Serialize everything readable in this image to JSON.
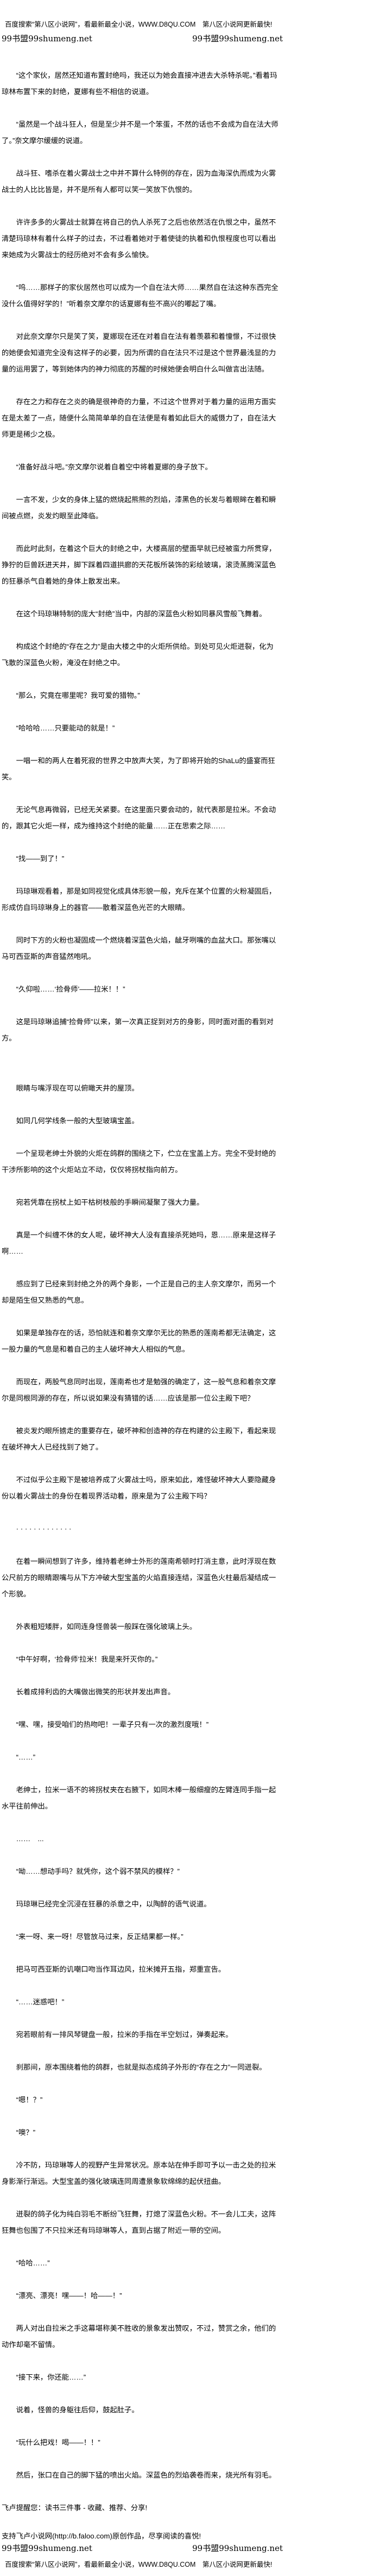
{
  "header": {
    "ad": "百度搜索“第八区小说网”，看最新最全小说，WWW.D8QU.COM　第八区小说网更新最快!",
    "mirror_left": "99书盟99shumeng.net",
    "mirror_right": "99书盟99shumeng.net"
  },
  "paragraphs": [
    "“这个家伙，居然还知道布置封绝吗，我还以为她会直接冲进去大杀特杀呢。”看着玛琼林布置下来的封绝，夏娜有些不相信的说道。",
    "“虽然是一个战斗狂人，但是至少并不是一个笨蛋，不然的话也不会成为自在法大师了。”奈文摩尔缓缓的说道。",
    "战斗狂、嗜杀在着火雾战士之中并不算什么特例的存在，因为血海深仇而成为火雾战士的人比比皆是，并不是所有人都可以笑一笑放下仇恨的。",
    "许许多多的火雾战士就算在将自己的仇人杀死了之后也依然活在仇恨之中，虽然不清楚玛琼林有着什么样子的过去，不过看着她对于着使徒的执着和仇恨程度也可以看出来她成为火雾战士的经历绝对不会有多么愉快。",
    "“呜……那样子的家伙居然也可以成为一个自在法大师……果然自在法这种东西完全没什么值得好学的！”听着奈文摩尔的话夏娜有些不高兴的嘟起了嘴。",
    "对此奈文摩尔只是笑了笑，夏娜现在还在对着自在法有着羡慕和着憧憬，不过很快的她便会知道完全没有这样子的必要，因为所谓的自在法只不过是这个世界最浅显的力量的运用罢了，等到她体内的神力彻底的苏醒的时候她便会明白什么叫做言出法随。",
    "存在之力和存在之炎的确是很神奇的力量，不过这个世界对于着力量的运用方面实在是太差了一点，随便什么简简单单的自在法便是有着如此巨大的威慑力了，自在法大师更是稀少之极。",
    "“准备好战斗吧。”奈文摩尔说着自着空中将着夏娜的身子放下。",
    "一言不发，少女的身体上猛的燃烧起熊熊的烈焰，漆黑色的长发与着眼眸在着和瞬间被点燃，炎发灼眼至此降临。",
    "而此时此刻，在着这个巨大的封绝之中，大楼高层的壁面早就已经被蛮力所贯穿，狰狞的巨兽跃进天井，脚下踩着四道拱廊的天花板所装饰的彩绘玻璃，滚烫蒸腾深蓝色的狂暴杀气自着她的身体上散发出来。",
    "在这个玛琼琳特制的庞大“封绝”当中，内部的深蓝色火粉如同暴风雪般飞舞着。",
    "构成这个封绝的“存在之力”是由大楼之中的火炬所供给。到处可见火炬迸裂，化为飞散的深蓝色火粉，淹没在封绝之中。",
    "“那么，究竟在哪里呢？我可爱的猎物。”",
    "“哈哈哈……只要能动的就是！”",
    "一唱一和的两人在着死寂的世界之中放声大笑，为了即将开始的ShaLu的盛宴而狂笑。",
    "无论气息再微弱，已经无关紧要。在这里面只要会动的，就代表那是拉米。不会动的，跟其它火炬一样，成为维持这个封绝的能量……正在思索之际……",
    "“找——到了！”",
    "玛琼琳观看着，那是如同视觉化成具体形貌一般，充斥在某个位置的火粉凝固后，形成仿自玛琼琳身上的器官——散着深蓝色光芒的大眼睛。",
    "同时下方的火粉也凝固成一个燃烧着深蓝色火焰，龇牙咧嘴的血盆大口。那张嘴以马可西亚斯的声音猛然咆吼。",
    "“久仰啦……‘捡骨师’——拉米！！”",
    "这是玛琼琳追捕“捡骨师”以来，第一次真正捉到对方的身影，同时面对面的看到对方。",
    "眼睛与嘴浮现在可以俯瞰天井的屋顶。",
    "如同几何学线条一般的大型玻璃宝盖。",
    "一个呈现老绅士外貌的火炬在鸽群的围绕之下，伫立在宝盖上方。完全不受封绝的干涉所影响的这个火炬站立不动，仅仅将拐杖指向前方。",
    "宛若凭靠在拐杖上如干枯树枝般的手瞬间凝聚了强大力量。",
    "真是一个纠缠不休的女人呢，破坏神大人没有直接杀死她吗，恩……原来是这样子啊……",
    "感应到了已经来到封绝之外的两个身影，一个正是自己的主人奈文摩尔，而另一个却是陌生但又熟悉的气息。",
    "如果是单独存在的话，恐怕就连和着奈文摩尔无比的熟悉的莲南希都无法确定，这一股力量的气息是和着自己的主人破坏神大人相似的气息。",
    "而现在，两股气息同时出现，莲南希也才是勉强的确定了，这一股气息和着奈文摩尔是同根同源的存在，所以说如果没有猜错的话……应该是那一位公主殿下吧？",
    "被炎发灼眼所掳走的重要存在，破坏神和创造神的存在构建的公主殿下，看起来现在破坏神大人已经找到了她了。",
    "不过似乎公主殿下是被培养成了火雾战士吗，原来如此，难怪破坏神大人要隐藏身份以着火雾战士的身份在着现界活动着，原来是为了公主殿下吗？",
    "· · · · · · · · · · · · ·",
    "在着一瞬间想到了许多，维持着老绅士外形的莲南希顿时打消主意，此时浮现在数公尺前方的眼睛跟嘴与从下方冲破大型宝盖的火焰直接连结，深蓝色火柱最后凝结成一个形貌。",
    "外表粗短矮胖，如同连身怪兽装一般踩在强化玻璃上头。",
    "“中午好啊，‘捡骨师’拉米！我是来歼灭你的。”",
    "长着成排利齿的大嘴做出微笑的形状并发出声音。",
    "“嘿、嘿，接受咱们的热吻吧！一辈子只有一次的激烈度哦！”",
    "“……”",
    "老绅士，拉米一语不的将拐杖夹在右腋下，如同木棒一般细瘦的左臂连同手指一起水平往前伸出。",
    "……　...",
    "“呦……想动手吗？就凭你，这个弱不禁风的模样？”",
    "玛琼琳已经完全沉浸在狂暴的杀意之中，以陶醉的语气说道。",
    "“来一呀、来一呀！尽管放马过来，反正结果都一样。”",
    "把马可西亚斯的讥嘲口吻当作耳边风，拉米摊开五指，郑重宣告。",
    "“……迷惑吧！”",
    "宛若眼前有一排风琴键盘一般，拉米的手指在半空划过，弹奏起来。",
    "刹那间，原本围绕着他的鸽群，也就是拟态成鸽子外形的“存在之力”一同迸裂。",
    "“嗯！？”",
    "“噢？”",
    "冷不防，玛琼琳等人的视野产生异常状况。原本站在伸手即可予以一击之处的拉米身影渐行渐远。大型宝盖的强化玻璃连同周遭景象软绵绵的起伏扭曲。",
    "迸裂的鸽子化为纯白羽毛不断纷飞狂舞，打熄了深蓝色火粉。不一会儿工夫，这阵狂舞也包围了不只拉米还有玛琼琳等人，直到占据了附近一带的空间。",
    "“哈哈……”",
    "“漂亮、漂亮！嘿——！哈——！”",
    "两人对出自拉米之手这幕堪称美不胜收的景象发出赞叹，不过，赞赏之余，他们的动作却毫不留情。",
    "“接下来，你还能……”",
    "说着，怪兽的身躯往后仰，鼓起肚子。",
    "“玩什么把戏！喝——！！”",
    "然后，张口在自己的脚下猛的喷出火焰。深蓝色的烈焰袭卷而来，烧光所有羽毛。"
  ],
  "footer": {
    "tip": "飞卢提醒您：读书三件事 - 收藏、推荐、分享!",
    "support": "支持飞卢小说网(http://b.faloo.com)原创作品，尽享阅读的喜悦!",
    "mirror_left": "99书盟99shumeng.net",
    "mirror_right": "99书盟99shumeng.net",
    "ad": "百度搜索“第八区小说网”，看最新最全小说，WWW.D8QU.COM　第八区小说网更新最快!"
  }
}
